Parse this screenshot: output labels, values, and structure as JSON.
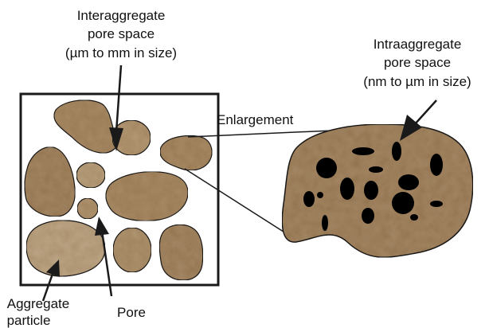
{
  "labels": {
    "inter_line1": "Interaggregate",
    "inter_line2": "pore space",
    "inter_line3": "(µm to mm in size)",
    "intra_line1": "Intraaggregate",
    "intra_line2": "pore space",
    "intra_line3": "(nm to µm in size)",
    "enlargement": "Enlargement",
    "aggregate_line1": "Aggregate",
    "aggregate_line2": "particle",
    "pore": "Pore"
  },
  "colors": {
    "aggregate_fill": "#a88b66",
    "aggregate_light": "#c8b392",
    "aggregate_dark": "#7c6245",
    "pore_fill": "#000000",
    "frame": "#1a1a1a",
    "background": "#ffffff"
  }
}
